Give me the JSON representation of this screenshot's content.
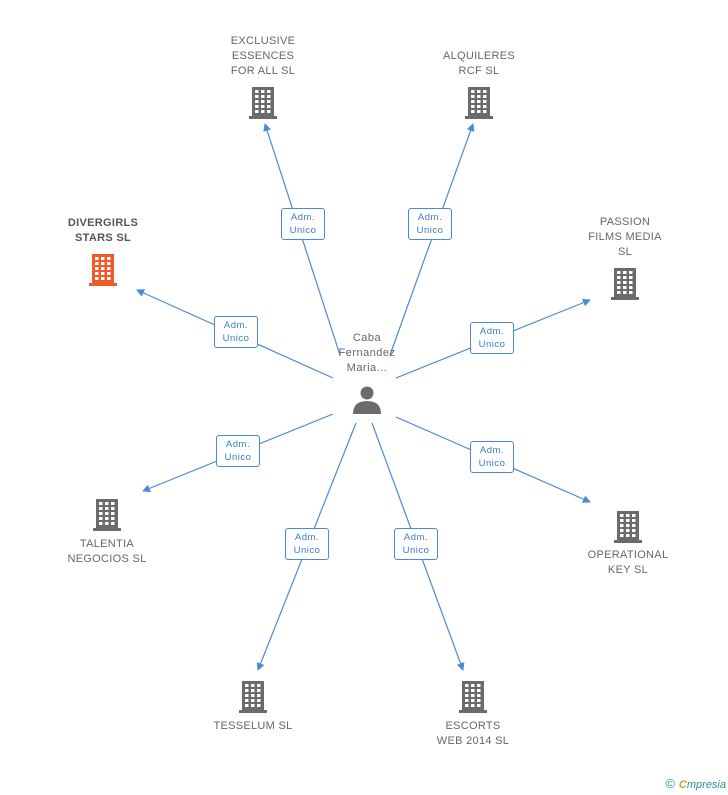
{
  "center": {
    "label": "Caba\nFernandez\nMaria...",
    "icon": "person-icon"
  },
  "companies": [
    {
      "id": "exclusive",
      "label": "EXCLUSIVE\nESSENCES\nFOR ALL  SL",
      "highlight": false,
      "edge": "Adm.\nUnico"
    },
    {
      "id": "alquileres",
      "label": "ALQUILERES\nRCF  SL",
      "highlight": false,
      "edge": "Adm.\nUnico"
    },
    {
      "id": "passion",
      "label": "PASSION\nFILMS MEDIA\nSL",
      "highlight": false,
      "edge": "Adm.\nUnico"
    },
    {
      "id": "operational",
      "label": "OPERATIONAL\nKEY SL",
      "highlight": false,
      "edge": "Adm.\nUnico"
    },
    {
      "id": "escorts",
      "label": "ESCORTS\nWEB 2014  SL",
      "highlight": false,
      "edge": "Adm.\nUnico"
    },
    {
      "id": "tesselum",
      "label": "TESSELUM SL",
      "highlight": false,
      "edge": "Adm.\nUnico"
    },
    {
      "id": "talentia",
      "label": "TALENTIA\nNEGOCIOS  SL",
      "highlight": false,
      "edge": "Adm.\nUnico"
    },
    {
      "id": "divergirls",
      "label": "DIVERGIRLS\nSTARS  SL",
      "highlight": true,
      "edge": "Adm.\nUnico"
    }
  ],
  "colors": {
    "edge": "#4a8ad8",
    "building": "#6b6b6b",
    "building_highlight": "#f05a28",
    "person": "#6b6b6b"
  },
  "footer": {
    "copyright": "©",
    "brand_first": "C",
    "brand_rest": "mpresia"
  }
}
